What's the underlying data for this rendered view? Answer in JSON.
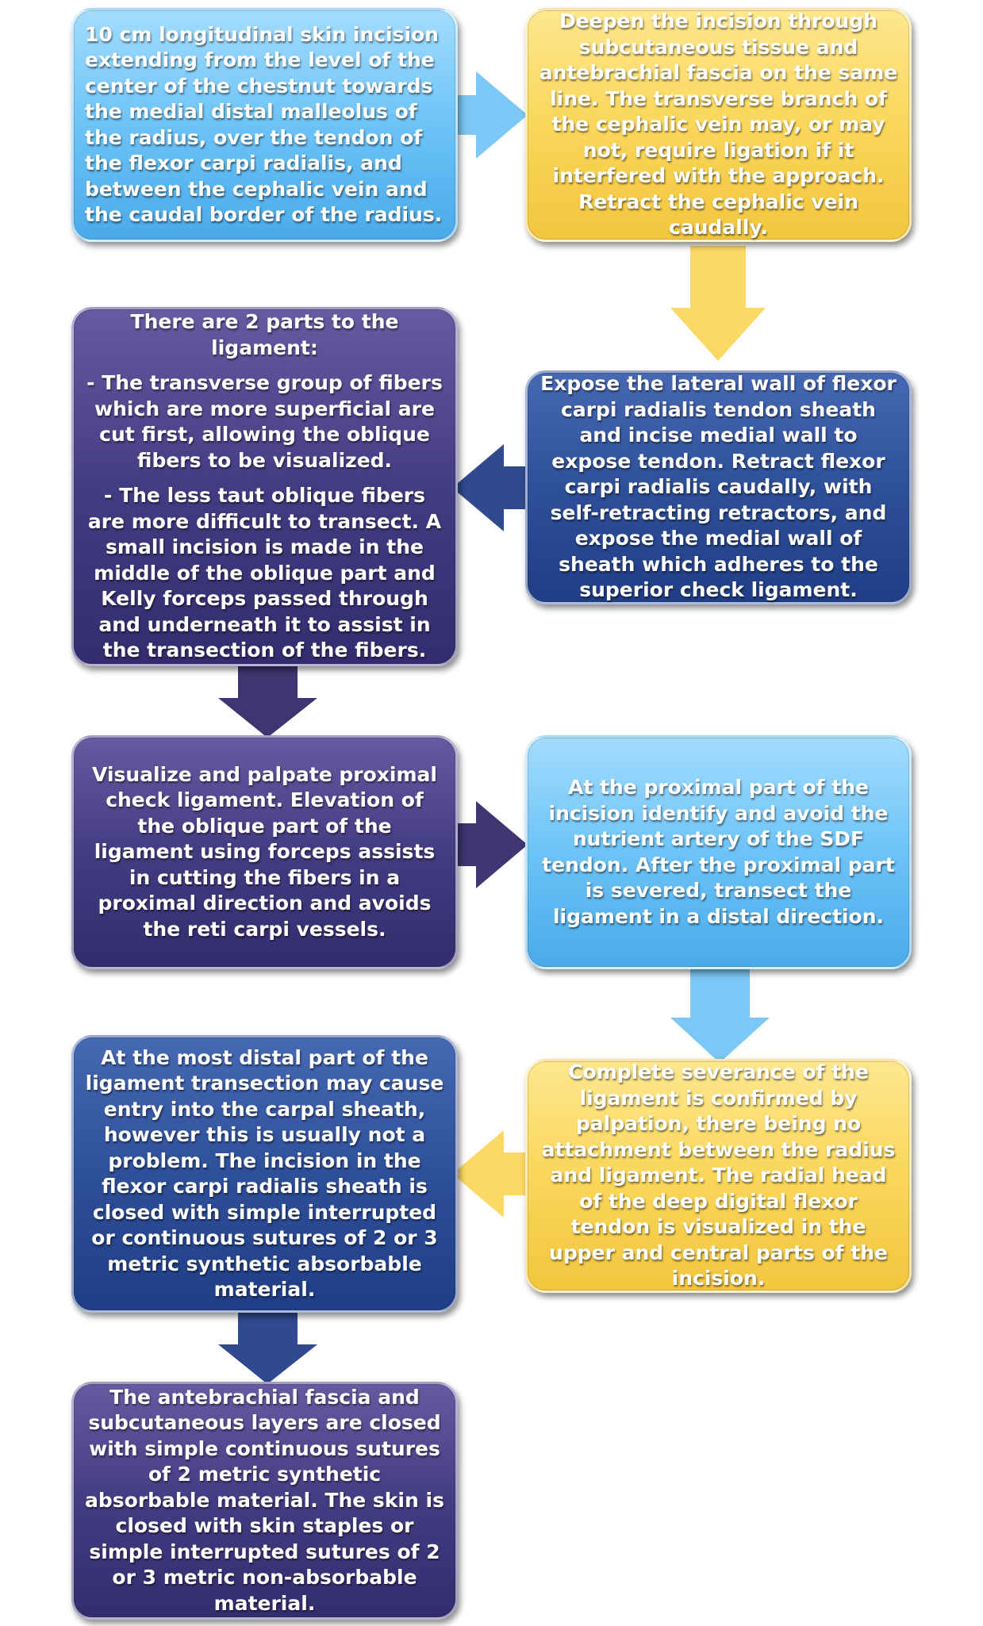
{
  "colors": {
    "blue_box": "#6cc3f7",
    "yellow_box": "#fad65a",
    "navy_box": "#2e4f99",
    "purple_box": "#443c82",
    "blue_arrow": "#7cc7f5",
    "yellow_arrow": "#fcd865",
    "navy_arrow": "#2f4a8e",
    "purple_arrow": "#3d3670"
  },
  "steps": [
    {
      "id": 1,
      "paragraphs": [
        "10 cm longitudinal skin incision extending from the level of the center of the chestnut towards the medial distal malleolus of the radius, over the tendon of the flexor carpi radialis, and between the cephalic vein and the caudal border of the radius."
      ]
    },
    {
      "id": 2,
      "paragraphs": [
        "Deepen the incision through subcutaneous tissue and antebrachial fascia on the same line. The transverse branch of the cephalic vein may, or may not, require ligation if it interfered with the approach. Retract the cephalic vein caudally."
      ]
    },
    {
      "id": 3,
      "paragraphs": [
        "Expose the lateral wall of flexor carpi radialis tendon sheath and incise medial wall to expose tendon. Retract flexor carpi radialis caudally, with self-retracting retractors, and expose the medial wall of sheath which adheres to the superior check ligament."
      ]
    },
    {
      "id": 4,
      "paragraphs": [
        "There are 2 parts to the ligament:",
        "-  The transverse group of fibers which are more superficial are cut first, allowing the oblique fibers to be visualized.",
        "- The less taut oblique fibers are more difficult to transect. A small incision is made in the middle of the oblique part and Kelly forceps passed through and underneath it to assist in the transection of the fibers."
      ]
    },
    {
      "id": 5,
      "paragraphs": [
        "Visualize and palpate proximal check ligament. Elevation of the oblique part of the ligament using forceps assists in cutting the fibers in a proximal direction and avoids the reti carpi vessels."
      ]
    },
    {
      "id": 6,
      "paragraphs": [
        "At the proximal part of the incision identify and avoid the nutrient artery of the SDF tendon. After the proximal part is severed, transect the ligament in a distal direction."
      ]
    },
    {
      "id": 7,
      "paragraphs": [
        "Complete severance of the ligament is confirmed by palpation, there being no attachment between the radius and ligament. The radial head of the deep digital flexor tendon is visualized in the upper and central parts of the incision."
      ]
    },
    {
      "id": 8,
      "paragraphs": [
        "At the most distal part of the ligament transection may cause entry into the carpal sheath, however this is usually not a problem. The incision in the flexor carpi radialis sheath is closed with simple interrupted or continuous sutures of 2 or 3 metric synthetic absorbable material."
      ]
    },
    {
      "id": 9,
      "paragraphs": [
        "The antebrachial fascia and subcutaneous layers are closed with simple continuous sutures of 2 metric synthetic absorbable material. The skin is closed with skin staples or simple interrupted sutures of 2 or 3 metric non-absorbable material."
      ]
    }
  ]
}
